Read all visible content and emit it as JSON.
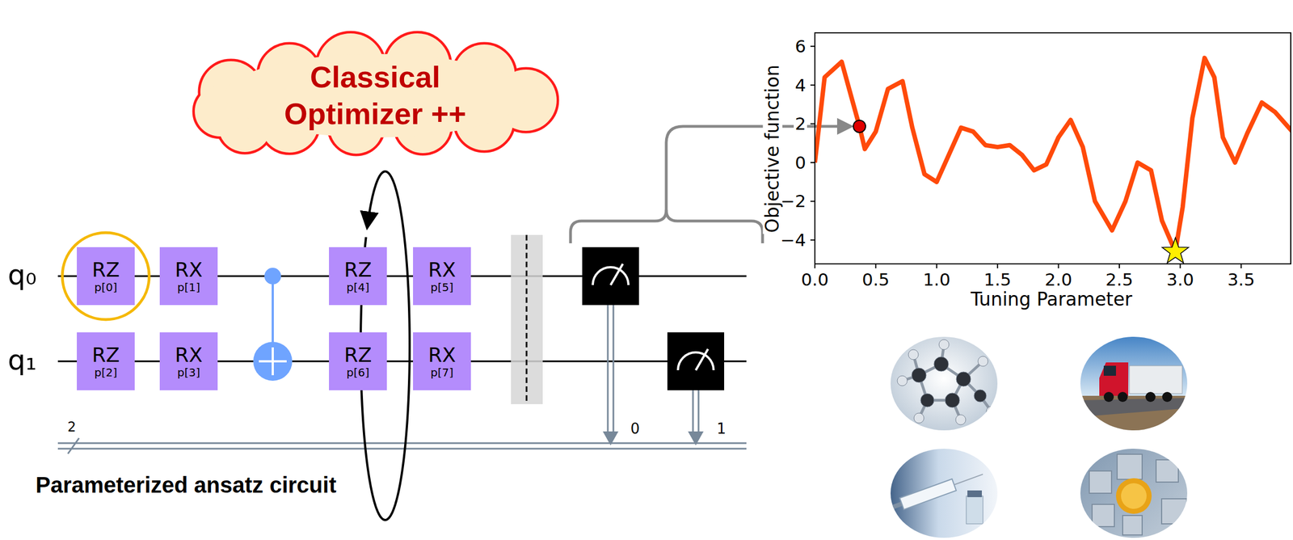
{
  "diagram": {
    "nodes": [
      {
        "text": [
          "Classical Optimizer ++"
        ]
      },
      {
        "text": [
          "RZ",
          "p[0]"
        ]
      },
      {
        "text": [
          "RX",
          "p[1]"
        ]
      },
      {
        "text": [
          "RZ",
          "p[4]"
        ]
      },
      {
        "text": [
          "RX",
          "p[5]"
        ]
      },
      {
        "text": [
          "RZ",
          "p[2]"
        ]
      },
      {
        "text": [
          "RX",
          "p[3]"
        ]
      },
      {
        "text": [
          "RZ",
          "p[6]"
        ]
      },
      {
        "text": [
          "RX",
          "p[7]"
        ]
      }
    ],
    "labels": [
      "q₀",
      "q₁",
      "2",
      "0",
      "1",
      "Parameterized ansatz circuit",
      "6",
      "4",
      "2",
      "0",
      "−2",
      "−4",
      "0.0",
      "0.5",
      "1.0",
      "1.5",
      "2.0",
      "2.5",
      "3.0",
      "3.5",
      "Objective function",
      "Tuning Parameter"
    ]
  }
}
